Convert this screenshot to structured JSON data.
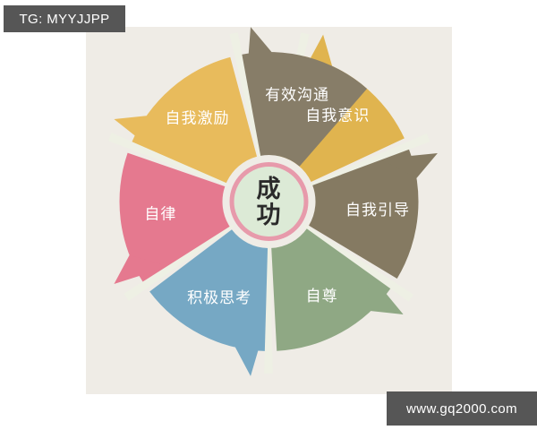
{
  "watermarks": {
    "top_left": "TG: MYYJJPP",
    "bottom_right": "www.gq2000.com"
  },
  "diagram": {
    "center_label": "成功",
    "center_fill": "#dcead6",
    "center_ring": "#e79aab",
    "panel_background": "#efece6",
    "gap_color": "#eef0e4",
    "segments": [
      {
        "id": "self-awareness",
        "label": "自我意识",
        "color": "#e0b44f",
        "angle_start": -77,
        "angle_end": -25,
        "label_angle": -51,
        "label_radius": 122
      },
      {
        "id": "self-direction",
        "label": "自我引导",
        "color": "#857a62",
        "angle_start": -21,
        "angle_end": 31,
        "label_angle": 5,
        "label_radius": 122
      },
      {
        "id": "self-esteem",
        "label": "自尊",
        "color": "#8fa884",
        "angle_start": 35,
        "angle_end": 87,
        "label_angle": 61,
        "label_radius": 122
      },
      {
        "id": "positive-thinking",
        "label": "积极思考",
        "color": "#76a8c4",
        "angle_start": 91,
        "angle_end": 143,
        "label_angle": 117,
        "label_radius": 122
      },
      {
        "id": "self-discipline",
        "label": "自律",
        "color": "#e5798f",
        "angle_start": 147,
        "angle_end": 199,
        "label_angle": 173,
        "label_radius": 122
      },
      {
        "id": "self-motivation",
        "label": "自我激励",
        "color": "#e8bb5c",
        "angle_start": 203,
        "angle_end": 255,
        "label_angle": 229,
        "label_radius": 122
      },
      {
        "id": "effective-communication",
        "label": "有效沟通",
        "color": "#877d68",
        "angle_start": 259,
        "angle_end": 311,
        "label_angle": 285,
        "label_radius": 122
      }
    ]
  }
}
